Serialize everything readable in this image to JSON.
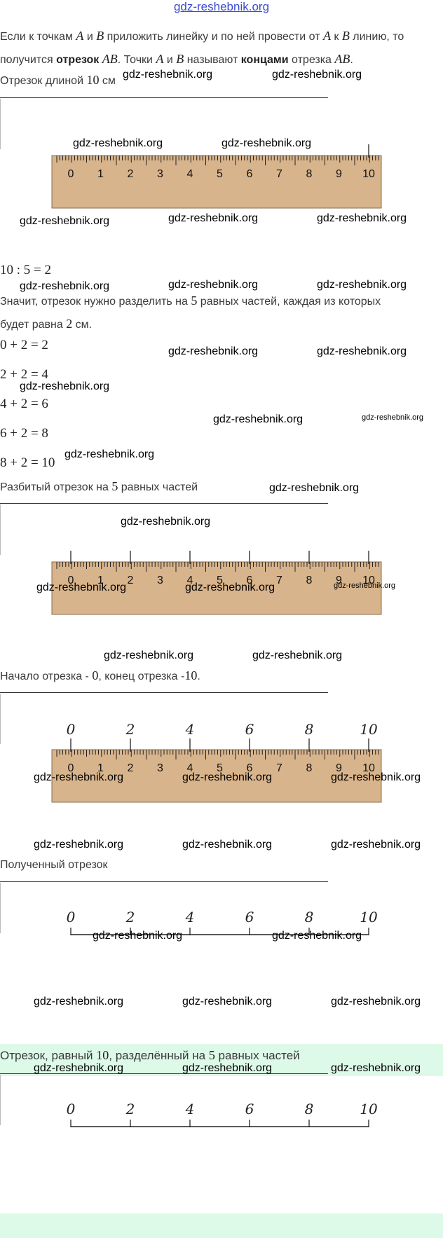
{
  "site_link": "gdz-reshebnik.org",
  "intro": {
    "line1": {
      "pre": "Если к точкам ",
      "a": "A",
      "and": " и ",
      "b": "B",
      "mid": " приложить линейку и по ней провести от ",
      "a2": "A",
      "to": " к ",
      "b2": "B",
      "post": " линию, то"
    },
    "line2": {
      "pre": "получится ",
      "bold1": "отрезок",
      "ab": "AB",
      "mid1": ". Точки ",
      "a": "A",
      "and": " и ",
      "b": "B",
      "mid2": " называют ",
      "bold2": "концами",
      "post": " отрезка ",
      "ab2": "AB",
      "end": "."
    }
  },
  "segment_label": {
    "pre": "Отрезок длиной ",
    "num": "10",
    "post": " см"
  },
  "ruler_numbers": [
    "0",
    "1",
    "2",
    "3",
    "4",
    "5",
    "6",
    "7",
    "8",
    "9",
    "10"
  ],
  "division": "10 : 5 = 2",
  "explain": {
    "line1_pre": "Значит, отрезок нужно разделить на ",
    "five": "5",
    "line1_post": " равных частей, каждая из которых",
    "line2_pre": "будет равна ",
    "two": "2",
    "line2_post": " см."
  },
  "equations": [
    "0 + 2 = 2",
    "2 + 2 = 4",
    "4 + 2 = 6",
    "6 + 2 = 8",
    "8 + 2 = 10"
  ],
  "split_label": {
    "pre": "Разбитый отрезок на ",
    "num": "5",
    "post": " равных частей"
  },
  "start_end_label": {
    "pre": "Начало отрезка - ",
    "zero": "0",
    "mid": ", конец отрезка -",
    "ten": "10",
    "end": "."
  },
  "hand_numbers": [
    "0",
    "2",
    "4",
    "6",
    "8",
    "10"
  ],
  "result_label": "Полученный отрезок",
  "final_label": {
    "pre": "Отрезок, равный ",
    "num": "10",
    "mid": ", разделённый на ",
    "five": "5",
    "post": " равных частей"
  },
  "watermark": "gdz-reshebnik.org",
  "colors": {
    "ruler_wood": "#d8b48c",
    "highlight_green": "#ddf9e8",
    "link_blue": "#3b4bd0"
  }
}
